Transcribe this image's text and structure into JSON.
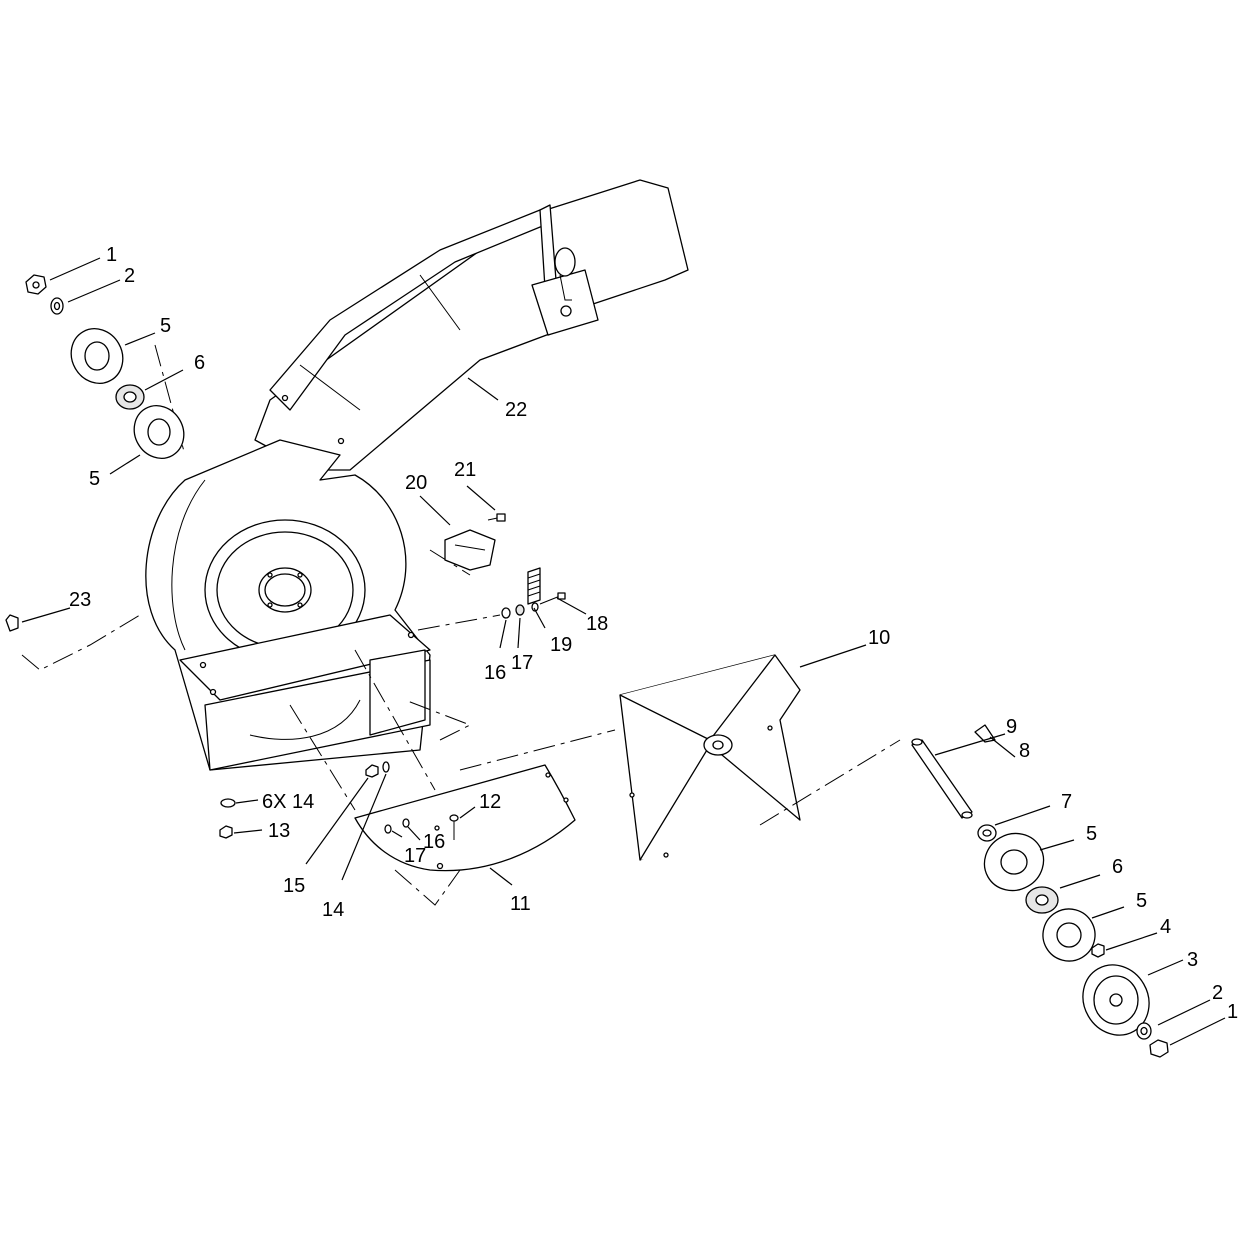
{
  "callouts": [
    {
      "id": "c1a",
      "label": "1"
    },
    {
      "id": "c2a",
      "label": "2"
    },
    {
      "id": "c5a",
      "label": "5"
    },
    {
      "id": "c6a",
      "label": "6"
    },
    {
      "id": "c5b",
      "label": "5"
    },
    {
      "id": "c22",
      "label": "22"
    },
    {
      "id": "c20",
      "label": "20"
    },
    {
      "id": "c21",
      "label": "21"
    },
    {
      "id": "c23",
      "label": "23"
    },
    {
      "id": "c18",
      "label": "18"
    },
    {
      "id": "c19",
      "label": "19"
    },
    {
      "id": "c16a",
      "label": "16"
    },
    {
      "id": "c17a",
      "label": "17"
    },
    {
      "id": "c10",
      "label": "10"
    },
    {
      "id": "c9",
      "label": "9"
    },
    {
      "id": "c8",
      "label": "8"
    },
    {
      "id": "c7",
      "label": "7"
    },
    {
      "id": "c5c",
      "label": "5"
    },
    {
      "id": "c6b",
      "label": "6"
    },
    {
      "id": "c5d",
      "label": "5"
    },
    {
      "id": "c4",
      "label": "4"
    },
    {
      "id": "c3",
      "label": "3"
    },
    {
      "id": "c2b",
      "label": "2"
    },
    {
      "id": "c1b",
      "label": "1"
    },
    {
      "id": "c6x14",
      "label": "6X 14"
    },
    {
      "id": "c13",
      "label": "13"
    },
    {
      "id": "c16b",
      "label": "16"
    },
    {
      "id": "c12",
      "label": "12"
    },
    {
      "id": "c17b",
      "label": "17"
    },
    {
      "id": "c15",
      "label": "15"
    },
    {
      "id": "c14",
      "label": "14"
    },
    {
      "id": "c11",
      "label": "11"
    }
  ]
}
